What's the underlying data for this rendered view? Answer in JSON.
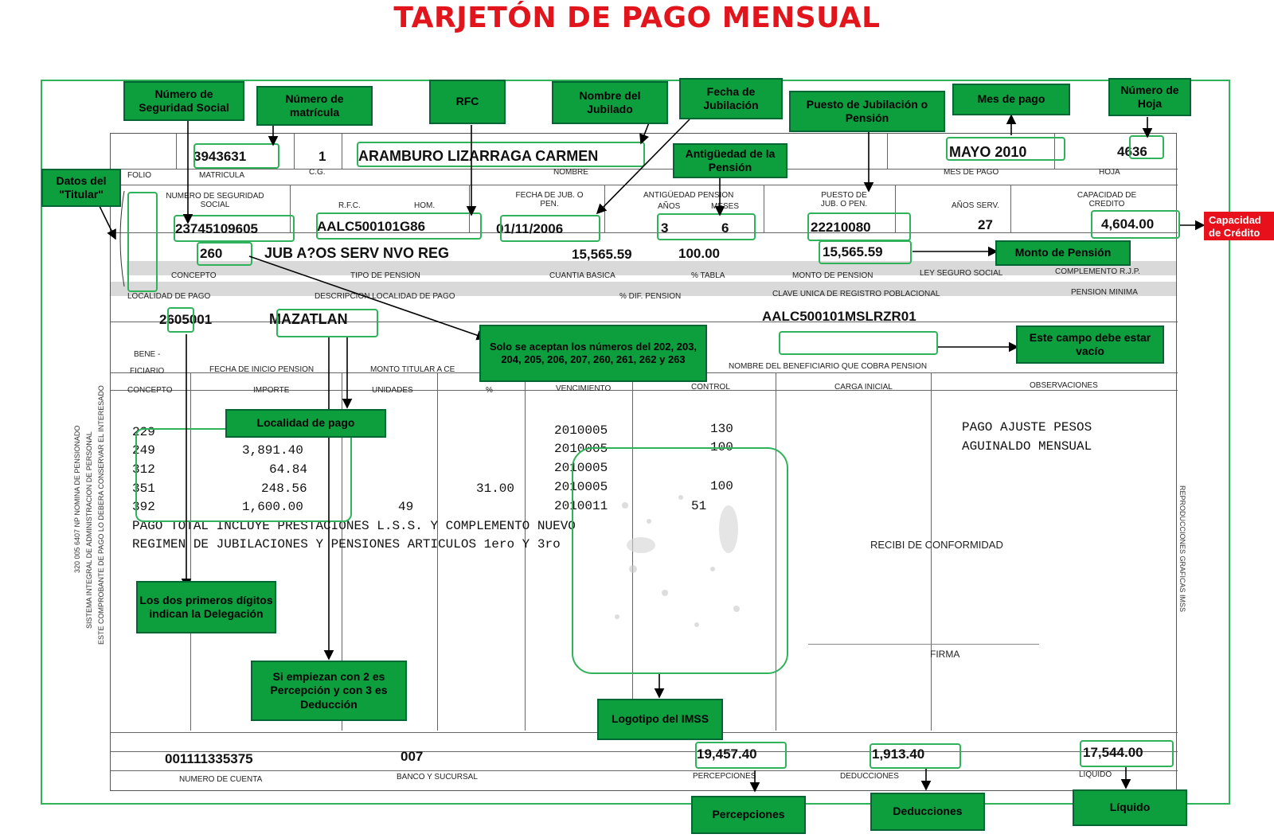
{
  "title": "TARJETÓN DE PAGO MENSUAL",
  "annotations": {
    "nss": "Número de Seguridad Social",
    "matricula": "Número de matrícula",
    "rfc": "RFC",
    "nombre": "Nombre del Jubilado",
    "fecha_jub": "Fecha de Jubilación",
    "puesto": "Puesto de Jubilación o Pensión",
    "mes_pago": "Mes de pago",
    "hoja": "Número de Hoja",
    "antiguedad": "Antigüedad de la Pensión",
    "titular": "Datos del \"Titular\"",
    "capacidad": "Capacidad de Crédito",
    "monto_pension": "Monto de Pensión",
    "solo_numeros": "Solo se aceptan los números del 202, 203, 204, 205, 206, 207, 260, 261, 262 y 263",
    "campo_vacio": "Este campo debe estar vacío",
    "localidad": "Localidad de pago",
    "delegacion": "Los dos primeros dígitos indican la Delegación",
    "percepcion": "Si empiezan con 2 es Percepción y con 3 es Deducción",
    "logotipo": "Logotipo del IMSS",
    "percepciones": "Percepciones",
    "deducciones": "Deducciones",
    "liquido": "Líquido"
  },
  "form": {
    "folio": "3943631",
    "cg": "1",
    "nombre": "ARAMBURO LIZARRAGA CARMEN",
    "mes_pago": "MAYO  2010",
    "hoja": "4636",
    "nss": "23745109605",
    "rfc": "AALC500101G86",
    "fecha_jub": "01/11/2006",
    "anios": "3",
    "meses": "6",
    "puesto": "22210080",
    "anios_serv": "27",
    "capacidad": "4,604.00",
    "concepto": "260",
    "tipo_pension": "JUB A?OS SERV NVO REG",
    "cuantia": "15,565.59",
    "porc_tabla": "100.00",
    "monto_pension": "15,565.59",
    "localidad": "2605001",
    "desc_localidad": "MAZATLAN",
    "curp": "AALC500101MSLRZR01",
    "cuenta": "001111335375",
    "banco": "007",
    "percepciones": "19,457.40",
    "deducciones": "1,913.40",
    "liquido": "17,544.00",
    "recibi": "RECIBI DE CONFORMIDAD",
    "firma": "FIRMA",
    "observ1": "PAGO AJUSTE PESOS",
    "observ2": "AGUINALDO MENSUAL",
    "texto1": "PAGO TOTAL INCLUYE PRESTACIONES L.S.S. Y COMPLEMENTO NUEVO",
    "texto2": "REGIMEN DE JUBILACIONES Y PENSIONES ARTICULOS 1ero Y 3ro"
  },
  "labels": {
    "folio": "FOLIO",
    "matricula": "MATRICULA",
    "cg": "C.G.",
    "nombre": "NOMBRE",
    "mes_pago": "MES DE PAGO",
    "hoja": "HOJA",
    "nss": "NUMERO DE SEGURIDAD SOCIAL",
    "rfc": "R.F.C.",
    "hom": "HOM.",
    "fecha_jub": "FECHA DE JUB. O PEN.",
    "antiguedad": "ANTIGÜEDAD PENSION",
    "anios": "AÑOS",
    "meses": "MESES",
    "puesto": "PUESTO DE JUB. O PEN.",
    "anios_serv": "AÑOS SERV.",
    "capacidad": "CAPACIDAD DE CREDITO",
    "concepto": "CONCEPTO",
    "tipo_pension": "TIPO DE PENSION",
    "cuantia": "CUANTIA BASICA",
    "tabla": "% TABLA",
    "monto_pension": "MONTO DE PENSION",
    "ley": "LEY SEGURO SOCIAL",
    "complemento": "COMPLEMENTO R.J.P.",
    "localidad": "LOCALIDAD DE PAGO",
    "desc_localidad": "DESCRIPCION LOCALIDAD DE PAGO",
    "dif_pension": "% DIF. PENSION",
    "curp": "CLAVE UNICA DE REGISTRO POBLACIONAL",
    "pension_minima": "PENSION MINIMA",
    "bene": "BENE -",
    "ficiario": "FICIARIO",
    "fecha_inicio": "FECHA DE INICIO PENSION",
    "monto_titular": "MONTO TITULAR A CE",
    "nombre_benef": "NOMBRE DEL BENEFICIARIO QUE COBRA PENSION",
    "concepto2": "CONCEPTO",
    "importe": "IMPORTE",
    "unidades": "UNIDADES",
    "pct": "%",
    "vencimiento": "VENCIMIENTO",
    "control": "CONTROL",
    "carga": "CARGA INICIAL",
    "observaciones": "OBSERVACIONES",
    "cuenta": "NUMERO DE CUENTA",
    "banco": "BANCO Y SUCURSAL",
    "percepciones": "PERCEPCIONES",
    "deducciones": "DEDUCCIONES",
    "liquido": "LIQUIDO"
  },
  "side_text": {
    "line1": "320 005 6407   NP NOMINA DE PENSIONADO",
    "line2": "SISTEMA INTEGRAL DE ADMINISTRACION DE PERSONAL",
    "line3": "ESTE COMPROBANTE DE PAGO LO DEBERA CONSERVAR EL INTERESADO",
    "right": "REPRODUCCIONES GRAFICAS IMSS"
  },
  "rows": [
    {
      "concepto": "229",
      "importe": "",
      "unidades": "",
      "pct": "",
      "venc": "2010005",
      "control": "130"
    },
    {
      "concepto": "249",
      "importe": "3,891.40",
      "unidades": "",
      "pct": "",
      "venc": "2010005",
      "control": "100"
    },
    {
      "concepto": "312",
      "importe": "64.84",
      "unidades": "",
      "pct": "",
      "venc": "2010005",
      "control": ""
    },
    {
      "concepto": "351",
      "importe": "248.56",
      "unidades": "",
      "pct": "31.00",
      "venc": "2010005",
      "control": "100"
    },
    {
      "concepto": "392",
      "importe": "1,600.00",
      "unidades": "49",
      "pct": "",
      "venc": "2010011",
      "control": "51"
    }
  ],
  "colors": {
    "title": "#e2141c",
    "tag": "#0d9e3e",
    "highlight": "#2fb25a",
    "red": "#e8101a"
  }
}
